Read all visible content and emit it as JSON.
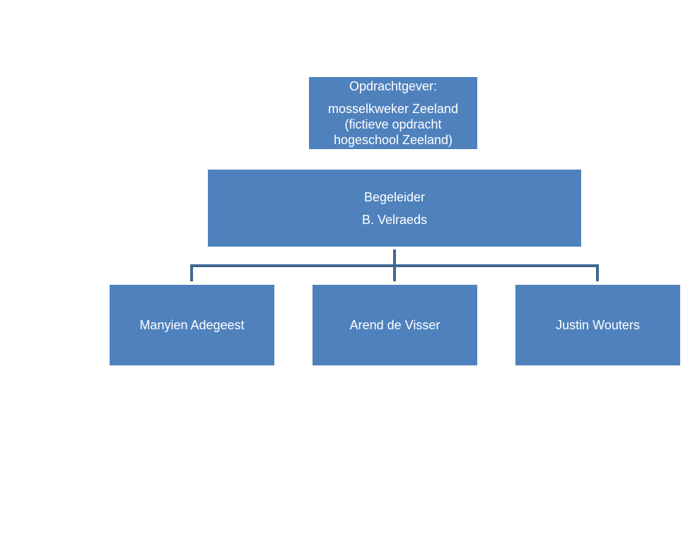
{
  "client": {
    "label": "Opdrachtgever:",
    "lines": [
      "mosselkweker Zeeland",
      "(fictieve opdracht",
      "hogeschool Zeeland)"
    ]
  },
  "supervisor": {
    "label": "Begeleider",
    "name": "B. Velraeds"
  },
  "members": [
    "Manyien Adegeest",
    "Arend de Visser",
    "Justin Wouters"
  ],
  "colors": {
    "box_fill": "#4f81bd",
    "connector": "#3f6591",
    "text": "#ffffff"
  }
}
